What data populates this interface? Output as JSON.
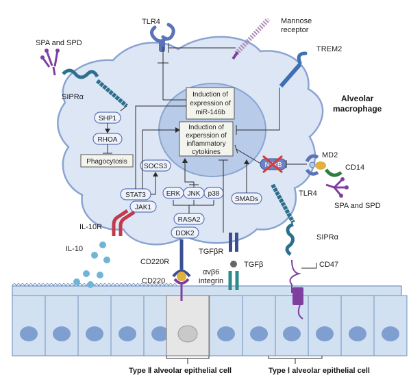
{
  "labels": {
    "tlr4_top": "TLR4",
    "mannose_receptor": [
      "Mannose",
      "receptor"
    ],
    "trem2": "TREM2",
    "spa_spd_top": "SPA and SPD",
    "sipra_top": "SIPRα",
    "alveolar_macrophage": [
      "Alveolar",
      "macrophage"
    ],
    "md2": "MD2",
    "cd14": "CD14",
    "tlr4_right": "TLR4",
    "spa_spd_right": "SPA and SPD",
    "nfkb": "NFκB",
    "sipra_right": "SIPRα",
    "cd47": "CD47",
    "il10r": "IL-10R",
    "il10": "IL-10",
    "cd220r": "CD220R",
    "cd220": "CD220",
    "tgfbr": "TGFβR",
    "tgfb": "TGFβ",
    "integrin": [
      "αvβ6",
      "integrin"
    ],
    "type2_cell": "Type Ⅱ alveolar epithelial cell",
    "type1_cell": "Type Ⅰ alveolar epithelial cell"
  },
  "boxes": {
    "mir146b": [
      "Induction of",
      "expression of",
      "miR-146b"
    ],
    "inflammatory": [
      "Induction of",
      "experssion of",
      "inflammatory",
      "cytokines"
    ],
    "phagocytosis": "Phagocytosis"
  },
  "pills": {
    "shp1": "SHP1",
    "rhoa": "RHOA",
    "socs3": "SOCS3",
    "stat3": "STAT3",
    "jak1": "JAK1",
    "erk": "ERK",
    "jnk": "JNK",
    "p38": "p38",
    "rasa2": "RASA2",
    "dok2": "DOK2",
    "smads": "SMADs"
  },
  "colors": {
    "macrophage_fill": "#dce6f5",
    "macrophage_stroke": "#8aa4d2",
    "nucleus_fill": "#b8cbe8",
    "epithelium_fill": "#d2e1f2",
    "epithelium_nucleus": "#7f9fd0",
    "type2_cell_fill": "#e6e6e6",
    "receptor_blue": "#3f6fb3",
    "receptor_purple": "#7e3fa0",
    "receptor_teal": "#2e8b8b",
    "il10_dot": "#6fb6d6",
    "inhibit_red": "#d93a3a"
  }
}
